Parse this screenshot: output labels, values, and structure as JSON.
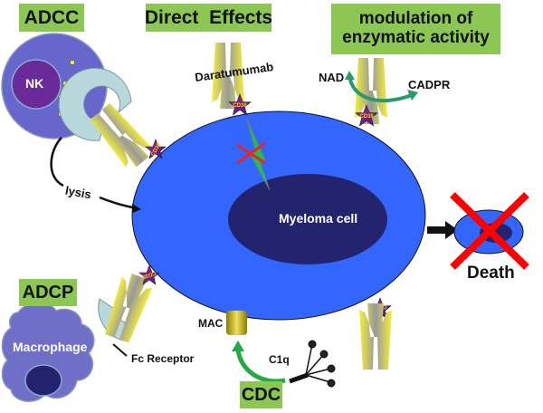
{
  "labels": {
    "adcc": "ADCC",
    "direct_effects": "Direct  Effects",
    "modulation": "modulation of enzymatic activity",
    "adcp": "ADCP",
    "cdc": "CDC"
  },
  "text": {
    "nk": "NK",
    "daratumumab": "Daratumumab",
    "nad": "NAD",
    "cadpr": "CADPR",
    "lysis": "lysis",
    "myeloma_cell": "Myeloma cell",
    "death": "Death",
    "macrophage": "Macrophage",
    "fc_receptor": "Fc Receptor",
    "mac": "MAC",
    "c1q": "C1q",
    "cd38": "CD38"
  },
  "colors": {
    "label_bg": "#8cc653",
    "myeloma_cell": "#3366ff",
    "nucleus": "#23236e",
    "nk_cell": "#6666cc",
    "nk_nucleus": "#6a2a9a",
    "antibody": "#f5f03a",
    "death_x": "#ff0000",
    "arrow_green": "#22aa44"
  }
}
